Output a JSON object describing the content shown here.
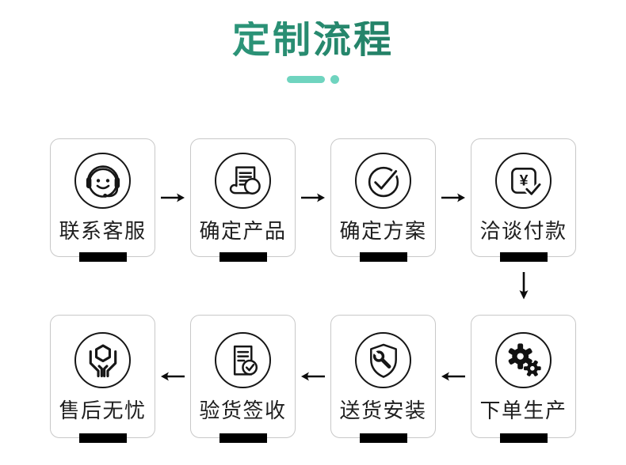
{
  "title": "定制流程",
  "accent": {
    "title_gradient_start": "#35a78a",
    "title_gradient_end": "#1a6e55",
    "underline_teal": "#6fd4bf",
    "line_color": "#161616",
    "bar_color": "#000000"
  },
  "currency_symbol": "¥",
  "steps": [
    {
      "label": "联系客服",
      "icon": "headset-smiley-icon"
    },
    {
      "label": "确定产品",
      "icon": "document-magnifier-icon"
    },
    {
      "label": "确定方案",
      "icon": "check-circle-icon"
    },
    {
      "label": "洽谈付款",
      "icon": "payment-check-icon"
    },
    {
      "label": "下单生产",
      "icon": "gears-icon"
    },
    {
      "label": "送货安装",
      "icon": "shield-wrench-icon"
    },
    {
      "label": "验货签收",
      "icon": "document-check-icon"
    },
    {
      "label": "售后无忧",
      "icon": "hands-hexagon-icon"
    }
  ],
  "flow": {
    "top_row_order": [
      "联系客服",
      "确定产品",
      "确定方案",
      "洽谈付款"
    ],
    "top_row_direction": "right",
    "connector": "down",
    "bottom_row_order": [
      "下单生产",
      "送货安装",
      "验货签收",
      "售后无忧"
    ],
    "bottom_row_direction": "left"
  }
}
